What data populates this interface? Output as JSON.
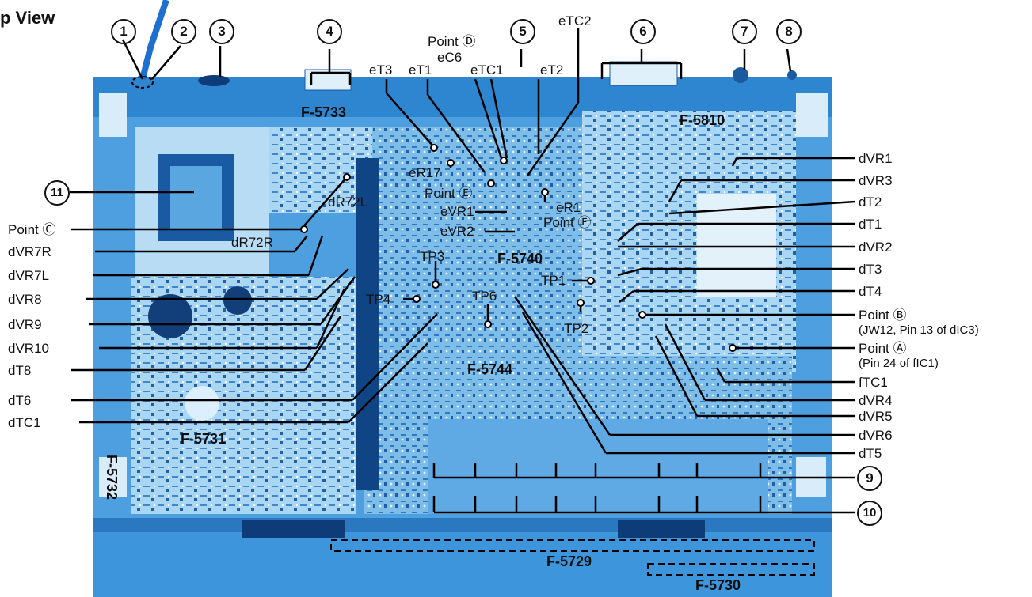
{
  "title": "p View",
  "circle_numbers": [
    "1",
    "2",
    "3",
    "4",
    "5",
    "6",
    "7",
    "8",
    "9",
    "10",
    "11"
  ],
  "boards": {
    "f5733": "F-5733",
    "f5810": "F-5810",
    "f5740": "F-5740",
    "f5744": "F-5744",
    "f5731": "F-5731",
    "f5732": "F-5732",
    "f5729": "F-5729",
    "f5730": "F-5730"
  },
  "left_labels": {
    "pointC": "Point Ⓒ",
    "dVR7R": "dVR7R",
    "dVR7L": "dVR7L",
    "dVR8": "dVR8",
    "dVR9": "dVR9",
    "dVR10": "dVR10",
    "dT8": "dT8",
    "dT6": "dT6",
    "dTC1": "dTC1"
  },
  "right_labels": {
    "dVR1": "dVR1",
    "dVR3": "dVR3",
    "dT2": "dT2",
    "dT1": "dT1",
    "dVR2": "dVR2",
    "dT3": "dT3",
    "dT4": "dT4",
    "pointB": "Point Ⓑ",
    "pointB_note": "(JW12, Pin 13 of dIC3)",
    "pointA": "Point Ⓐ",
    "pointA_note": "(Pin 24 of fIC1)",
    "fTC1": "fTC1",
    "dVR4": "dVR4",
    "dVR5": "dVR5",
    "dVR6": "dVR6",
    "dT5": "dT5"
  },
  "top_labels": {
    "eT3": "eT3",
    "eT1": "eT1",
    "pointD": "Point Ⓓ",
    "eC6": "eC6",
    "eTC1": "eTC1",
    "eT2": "eT2",
    "eTC2": "eTC2"
  },
  "inner_labels": {
    "eR17": "eR17",
    "pointE": "Point Ⓔ",
    "eVR1": "eVR1",
    "eVR2": "eVR2",
    "eR1": "eR1",
    "pointF": "Point Ⓕ",
    "dR72L": "dR72L",
    "dR72R": "dR72R",
    "TP1": "TP1",
    "TP2": "TP2",
    "TP3": "TP3",
    "TP4": "TP4",
    "TP6": "TP6"
  },
  "colors": {
    "chassis": "#3a8fd6",
    "board": "#9fd0f0",
    "dark": "#0b3d7a",
    "line": "#000000"
  }
}
